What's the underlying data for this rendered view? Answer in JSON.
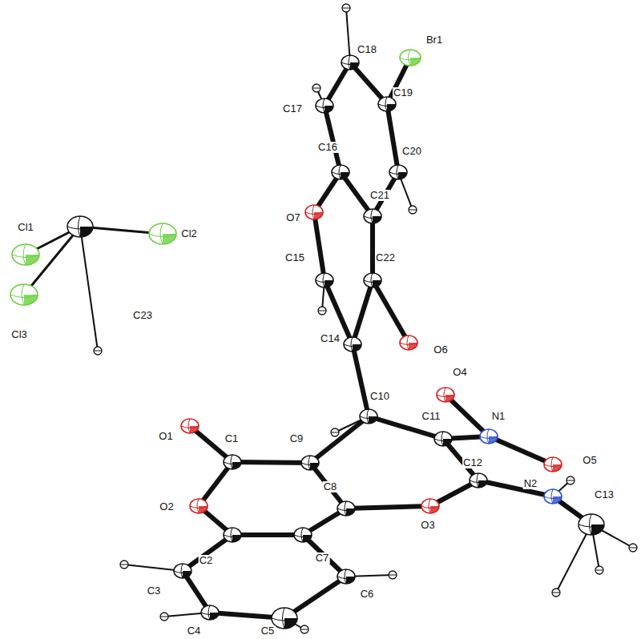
{
  "diagram": {
    "labels": [
      "Br1",
      "C18",
      "C17",
      "C19",
      "C16",
      "C20",
      "O7",
      "C21",
      "Cl1",
      "Cl2",
      "C15",
      "C22",
      "C23",
      "Cl3",
      "C14",
      "O6",
      "O4",
      "N1",
      "C10",
      "O5",
      "O1",
      "C1",
      "C9",
      "C11",
      "C12",
      "N2",
      "C13",
      "O2",
      "C8",
      "O3",
      "C2",
      "C7",
      "C3",
      "C6",
      "C4",
      "C5"
    ]
  }
}
